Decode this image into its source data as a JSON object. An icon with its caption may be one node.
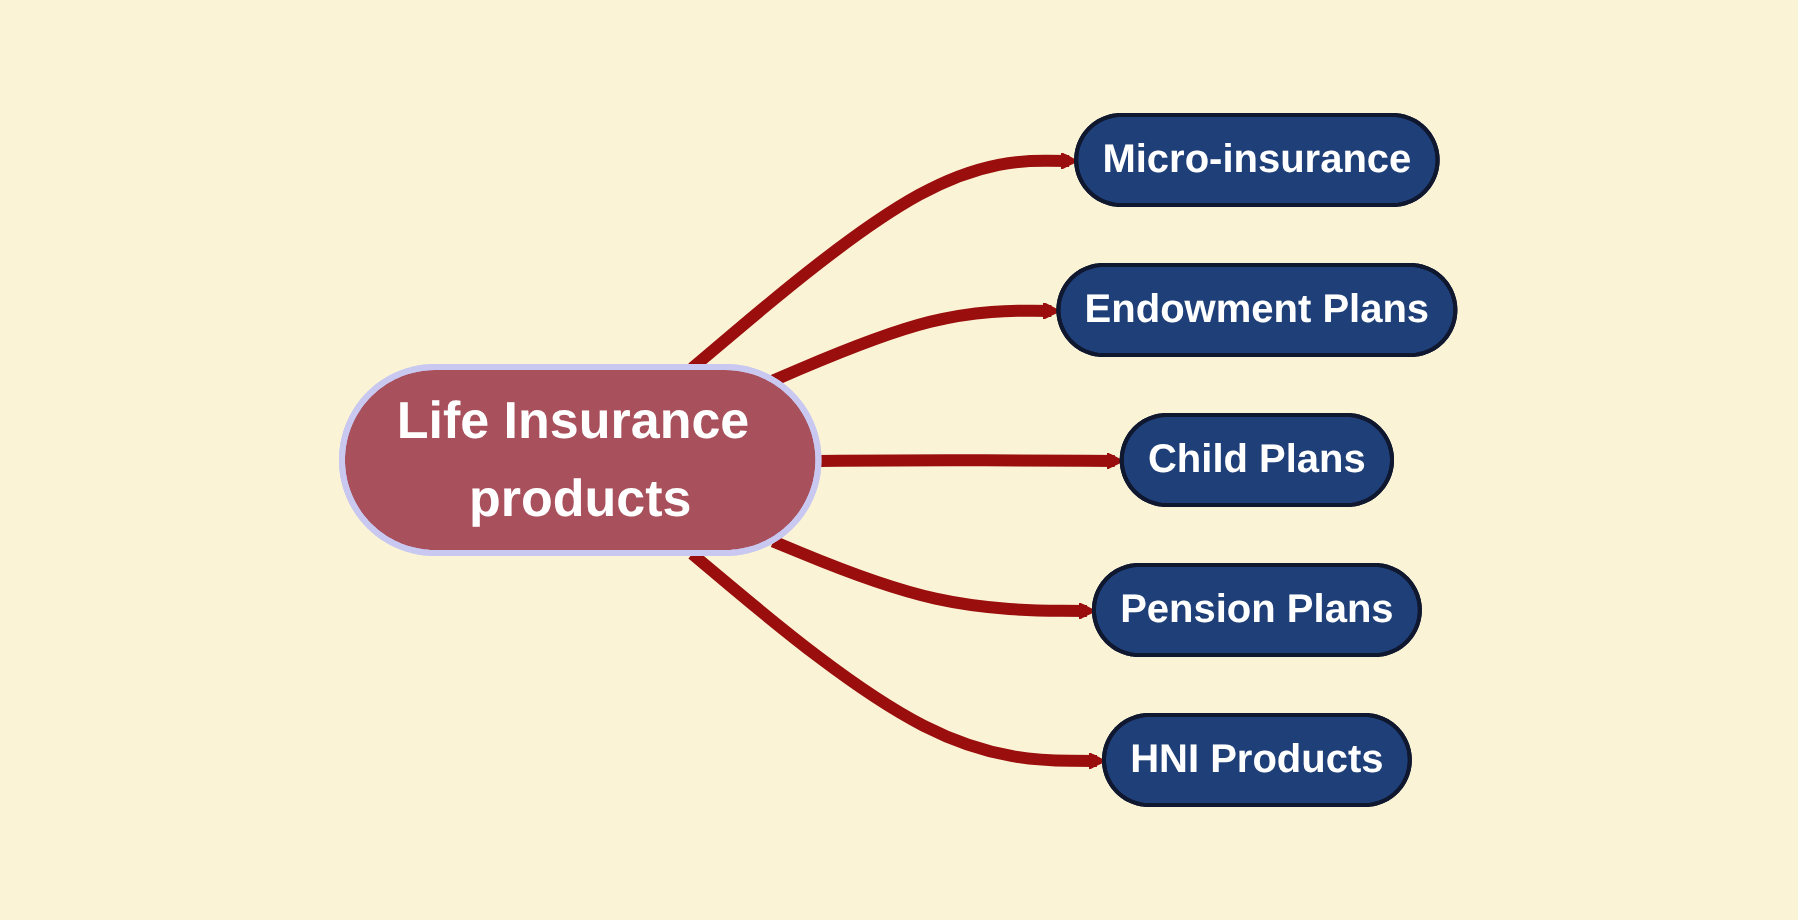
{
  "diagram": {
    "nodes": [
      {
        "text": [
          "Life Insurance products"
        ]
      },
      {
        "text": [
          "Micro-insurance"
        ]
      },
      {
        "text": [
          "Endowment Plans"
        ]
      },
      {
        "text": [
          "Child Plans"
        ]
      },
      {
        "text": [
          "Pension Plans"
        ]
      },
      {
        "text": [
          "HNI Products"
        ]
      }
    ],
    "edges": [
      {
        "from": 0,
        "to": 1,
        "arrow": "to"
      },
      {
        "from": 0,
        "to": 2,
        "arrow": "to"
      },
      {
        "from": 0,
        "to": 3,
        "arrow": "to"
      },
      {
        "from": 0,
        "to": 4,
        "arrow": "to"
      },
      {
        "from": 0,
        "to": 5,
        "arrow": "to"
      }
    ]
  }
}
